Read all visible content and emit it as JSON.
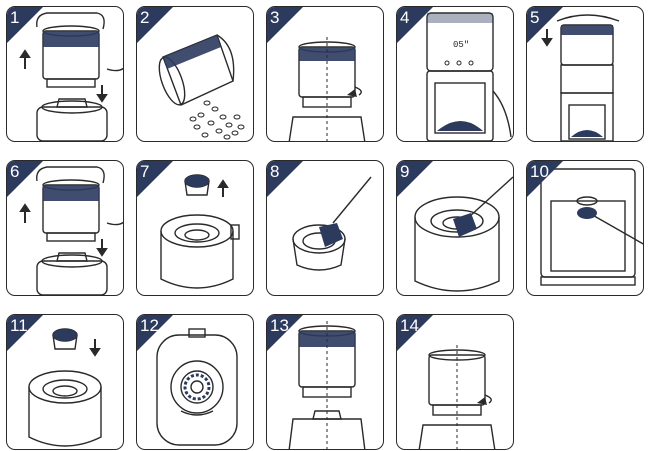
{
  "colors": {
    "accent": "#2c3a5e",
    "line": "#2a2a2a"
  },
  "steps": [
    {
      "number": "1",
      "icon": "remove-hopper-icon"
    },
    {
      "number": "2",
      "icon": "empty-beans-icon"
    },
    {
      "number": "3",
      "icon": "rotate-hopper-icon"
    },
    {
      "number": "4",
      "icon": "grinder-display-icon",
      "display": "05\""
    },
    {
      "number": "5",
      "icon": "press-lid-icon"
    },
    {
      "number": "6",
      "icon": "remove-hopper-icon"
    },
    {
      "number": "7",
      "icon": "lift-burr-icon"
    },
    {
      "number": "8",
      "icon": "brush-burr-icon"
    },
    {
      "number": "9",
      "icon": "brush-chamber-icon"
    },
    {
      "number": "10",
      "icon": "brush-outlet-icon"
    },
    {
      "number": "11",
      "icon": "insert-burr-icon"
    },
    {
      "number": "12",
      "icon": "burr-top-view-icon"
    },
    {
      "number": "13",
      "icon": "align-hopper-icon"
    },
    {
      "number": "14",
      "icon": "lock-hopper-icon"
    }
  ]
}
